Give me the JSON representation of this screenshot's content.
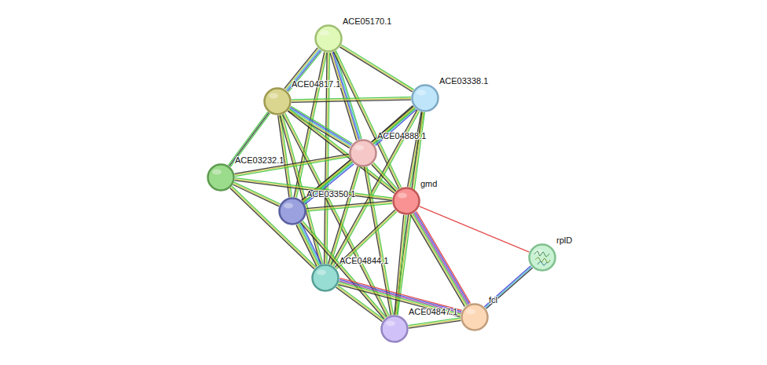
{
  "diagram": {
    "nodes": [
      {
        "text": [
          "ACE05170.1"
        ]
      },
      {
        "text": [
          "ACE04817.1"
        ]
      },
      {
        "text": [
          "ACE03338.1"
        ]
      },
      {
        "text": [
          "ACE04888.1"
        ]
      },
      {
        "text": [
          "ACE03232.1"
        ]
      },
      {
        "text": [
          "gmd"
        ]
      },
      {
        "text": [
          "ACE03350.1"
        ]
      },
      {
        "text": [
          "rplD"
        ]
      },
      {
        "text": [
          "ACE04844.1"
        ]
      },
      {
        "text": [
          "ACE04847.1"
        ]
      },
      {
        "text": [
          "fcl"
        ]
      }
    ],
    "edges": [
      {
        "from": 0,
        "to": 1,
        "arrow": "none"
      },
      {
        "from": 0,
        "to": 2,
        "arrow": "none"
      },
      {
        "from": 0,
        "to": 3,
        "arrow": "none"
      },
      {
        "from": 0,
        "to": 5,
        "arrow": "none"
      },
      {
        "from": 0,
        "to": 6,
        "arrow": "none"
      },
      {
        "from": 0,
        "to": 8,
        "arrow": "none"
      },
      {
        "from": 1,
        "to": 2,
        "arrow": "none"
      },
      {
        "from": 1,
        "to": 3,
        "arrow": "none"
      },
      {
        "from": 1,
        "to": 4,
        "arrow": "none"
      },
      {
        "from": 1,
        "to": 6,
        "arrow": "none"
      },
      {
        "from": 1,
        "to": 5,
        "arrow": "none"
      },
      {
        "from": 1,
        "to": 8,
        "arrow": "none"
      },
      {
        "from": 1,
        "to": 9,
        "arrow": "none"
      },
      {
        "from": 2,
        "to": 3,
        "arrow": "none"
      },
      {
        "from": 2,
        "to": 5,
        "arrow": "none"
      },
      {
        "from": 2,
        "to": 6,
        "arrow": "none"
      },
      {
        "from": 2,
        "to": 8,
        "arrow": "none"
      },
      {
        "from": 2,
        "to": 9,
        "arrow": "none"
      },
      {
        "from": 3,
        "to": 4,
        "arrow": "none"
      },
      {
        "from": 3,
        "to": 6,
        "arrow": "none"
      },
      {
        "from": 3,
        "to": 5,
        "arrow": "none"
      },
      {
        "from": 3,
        "to": 8,
        "arrow": "none"
      },
      {
        "from": 3,
        "to": 9,
        "arrow": "none"
      },
      {
        "from": 4,
        "to": 6,
        "arrow": "none"
      },
      {
        "from": 4,
        "to": 5,
        "arrow": "none"
      },
      {
        "from": 4,
        "to": 8,
        "arrow": "none"
      },
      {
        "from": 5,
        "to": 6,
        "arrow": "none"
      },
      {
        "from": 5,
        "to": 8,
        "arrow": "none"
      },
      {
        "from": 5,
        "to": 9,
        "arrow": "none"
      },
      {
        "from": 5,
        "to": 10,
        "arrow": "none"
      },
      {
        "from": 5,
        "to": 7,
        "arrow": "none"
      },
      {
        "from": 6,
        "to": 8,
        "arrow": "none"
      },
      {
        "from": 6,
        "to": 9,
        "arrow": "none"
      },
      {
        "from": 8,
        "to": 9,
        "arrow": "none"
      },
      {
        "from": 8,
        "to": 10,
        "arrow": "none"
      },
      {
        "from": 9,
        "to": 10,
        "arrow": "none"
      },
      {
        "from": 10,
        "to": 7,
        "arrow": "none"
      }
    ]
  }
}
